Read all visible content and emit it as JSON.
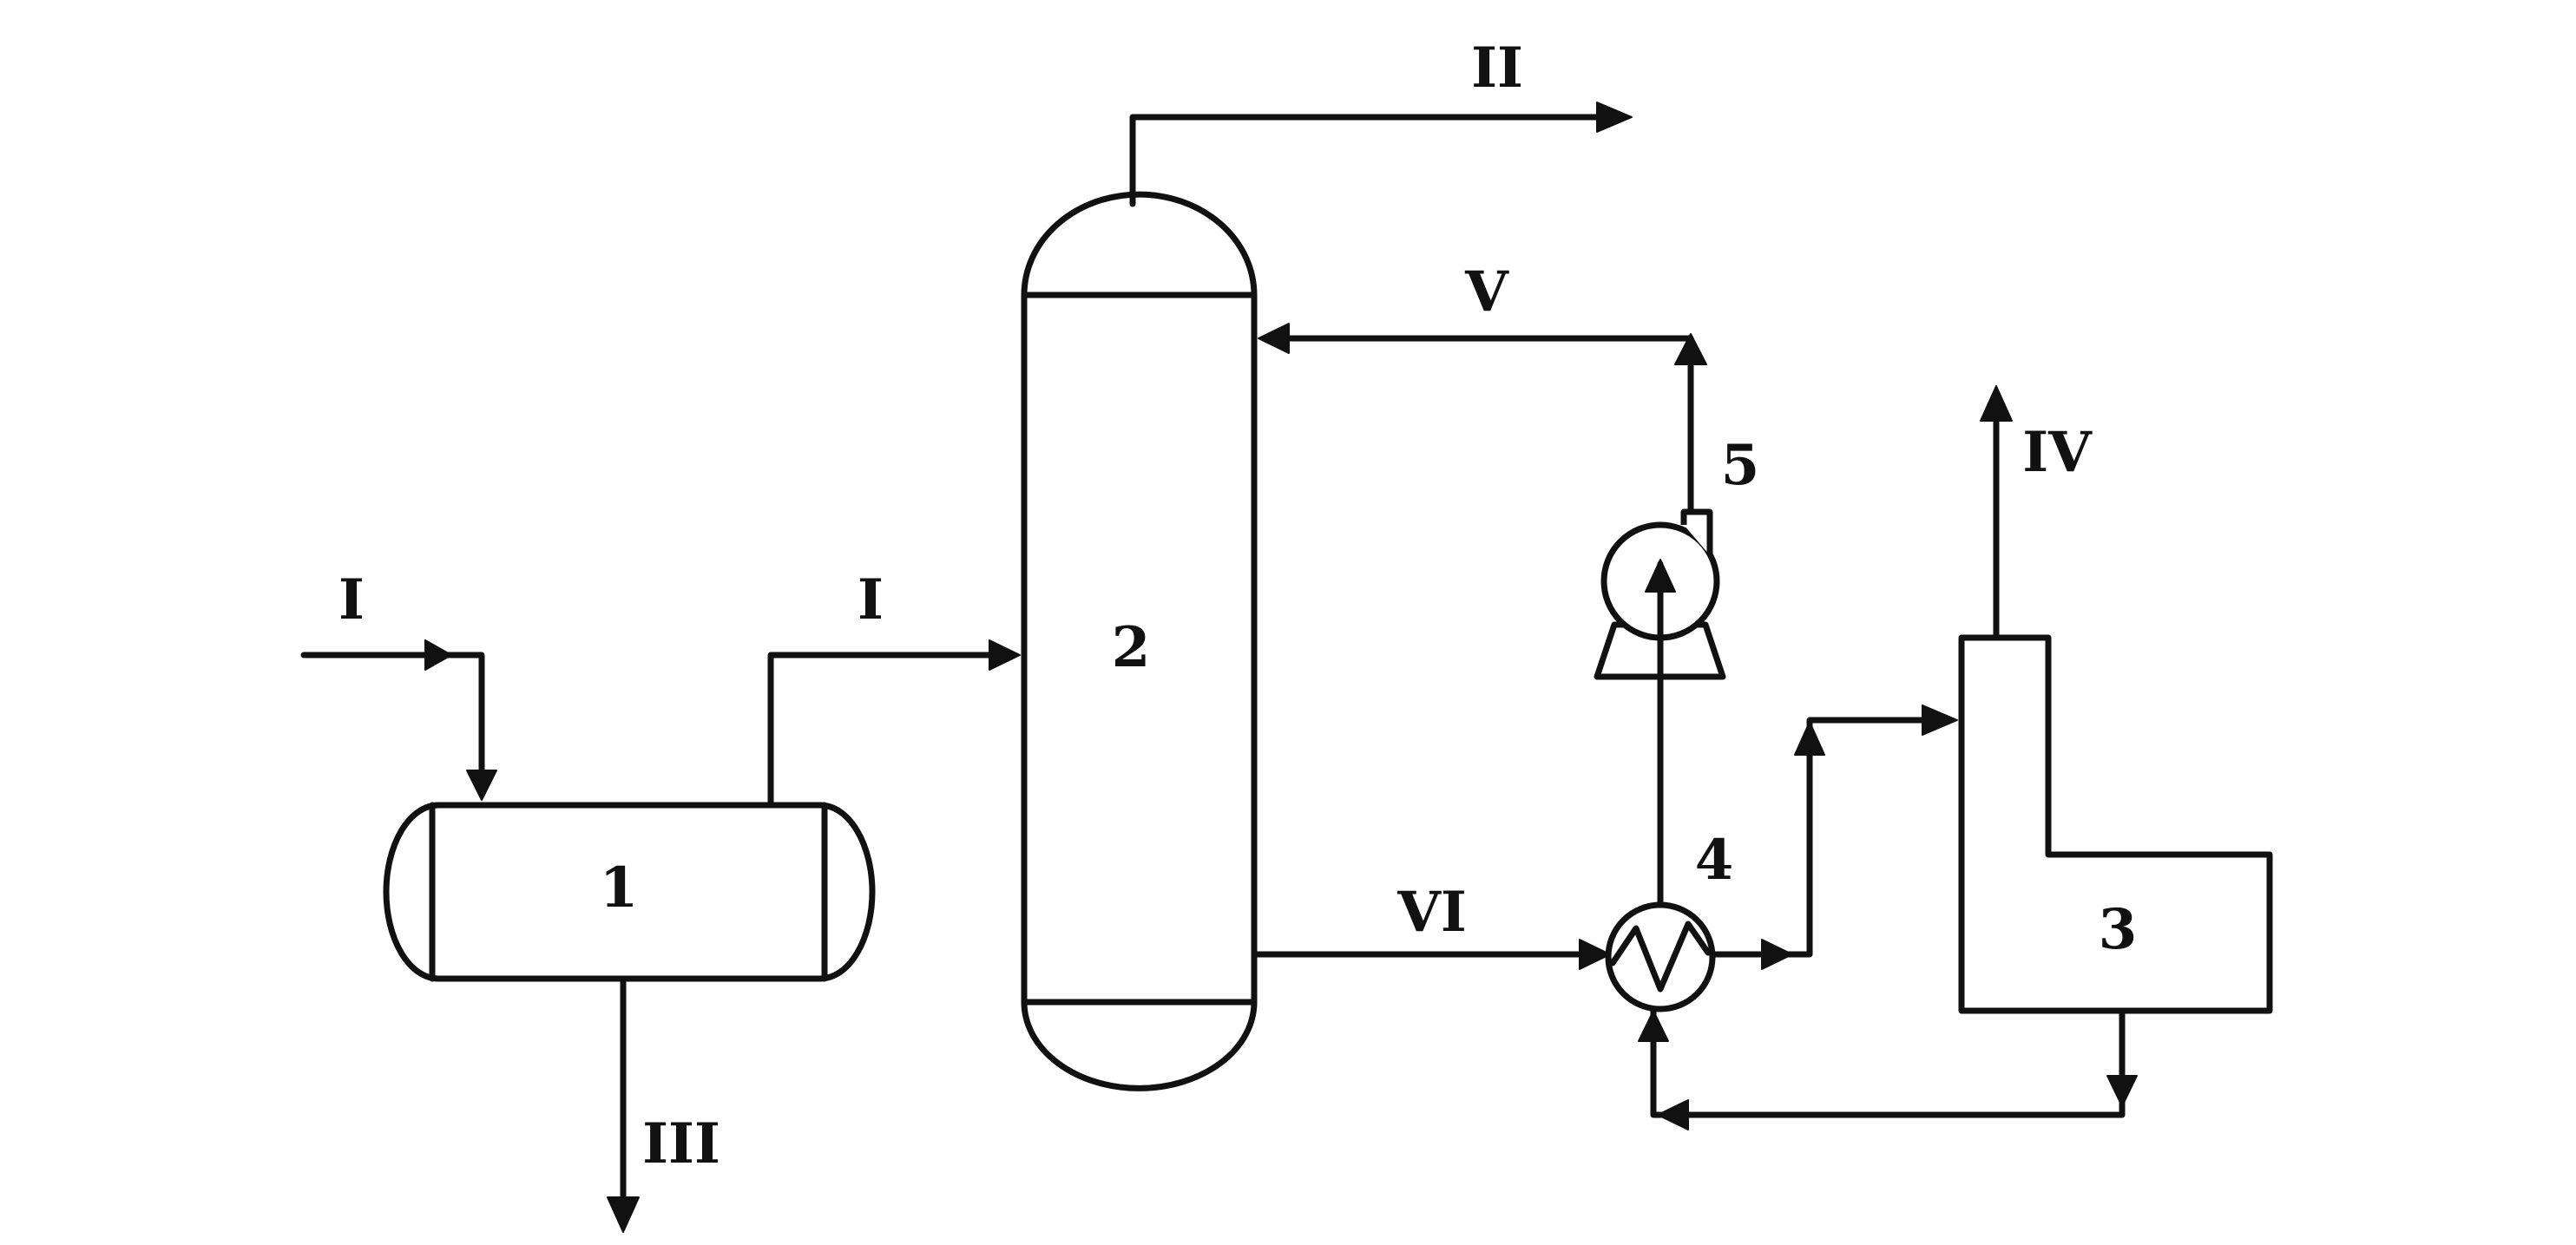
{
  "colors": {
    "ink": "#111111",
    "background": "#ffffff"
  },
  "units": {
    "separator": "1",
    "column": "2",
    "furnace": "3",
    "heat_exchanger": "4",
    "pump": "5"
  },
  "streams": {
    "feed_in": "I",
    "feed_to_column": "I",
    "overhead": "II",
    "separator_bottoms": "III",
    "flue_gas": "IV",
    "reflux": "V",
    "column_bottoms": "VI"
  }
}
